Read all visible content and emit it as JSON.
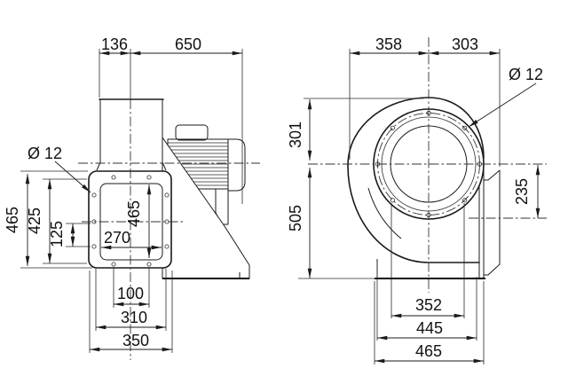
{
  "drawing": {
    "kind": "technical-dimension-drawing",
    "subject": "centrifugal fan with motor, two orthographic views",
    "unit": "mm",
    "side_view": {
      "dims": {
        "duct_width": "136",
        "motor_length": "650",
        "hole_diameter": "Ø 12",
        "plate_height": "465",
        "hole_rows_span": "425",
        "hole_row_offset": "125",
        "inner_width": "270",
        "inner_height": "465",
        "bottom_hole_spacing": "100",
        "hole_columns_span": "310",
        "plate_width": "350"
      }
    },
    "front_view": {
      "dims": {
        "axis_to_left": "358",
        "axis_to_right": "303",
        "hole_diameter": "Ø 12",
        "axis_to_top": "301",
        "axis_to_base": "505",
        "axis_to_outlet": "235",
        "inlet_diameter": "352",
        "foot_span": "445",
        "base_width": "465"
      }
    }
  }
}
